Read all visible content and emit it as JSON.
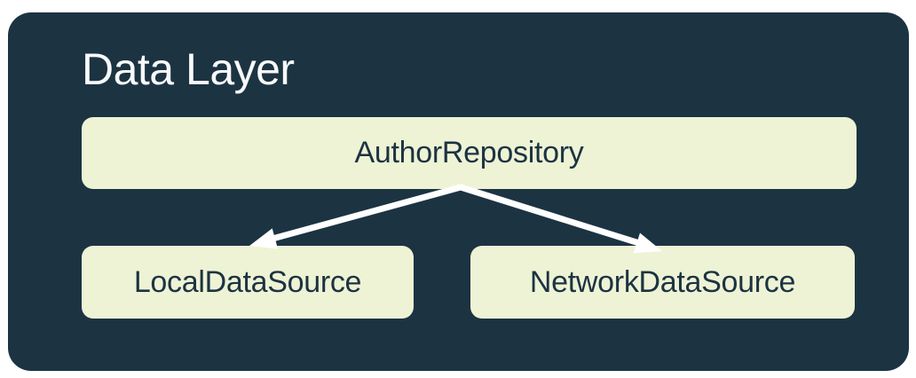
{
  "diagram": {
    "title": "Data Layer",
    "nodes": {
      "repository": {
        "label": "AuthorRepository"
      },
      "local": {
        "label": "LocalDataSource"
      },
      "network": {
        "label": "NetworkDataSource"
      }
    },
    "edges": [
      {
        "from": "AuthorRepository",
        "to": "LocalDataSource"
      },
      {
        "from": "AuthorRepository",
        "to": "NetworkDataSource"
      }
    ],
    "colors": {
      "page_background": "#FFFFFF",
      "card_background": "#1C3342",
      "node_background": "#EEF3D5",
      "node_text": "#1C3342",
      "title_text": "#F8F9FA",
      "arrow": "#FFFFFF"
    }
  }
}
